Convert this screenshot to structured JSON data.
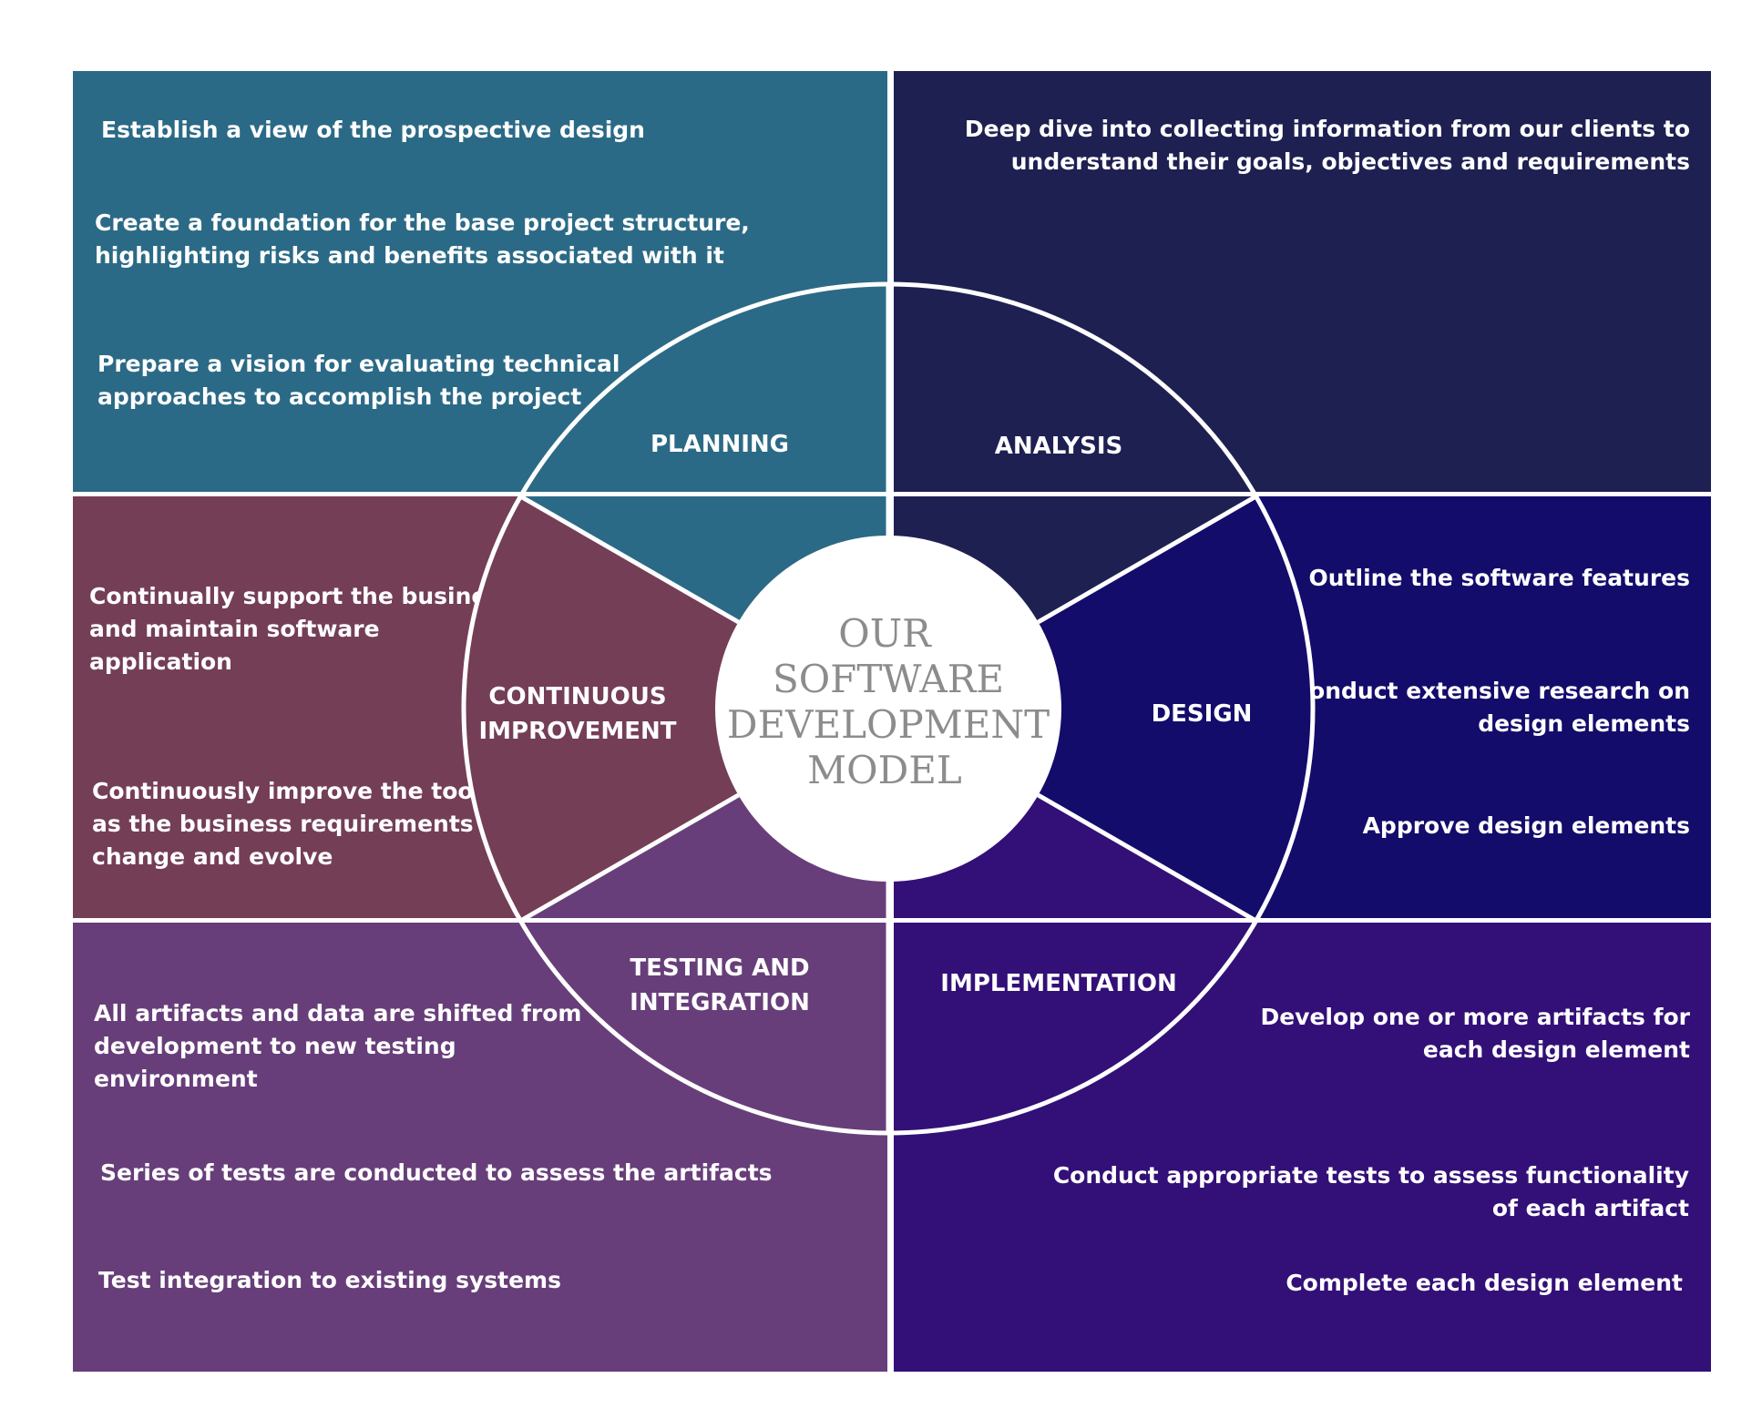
{
  "center": {
    "lines": [
      "OUR",
      "SOFTWARE",
      "DEVELOPMENT",
      "MODEL"
    ]
  },
  "colors": {
    "planning": "#2b6a86",
    "analysis": "#1e2052",
    "design": "#140c6b",
    "implementation": "#331077",
    "testing": "#673e7a",
    "continuous": "#743e57",
    "divider": "#ffffff",
    "center_text": "#8c8c8c"
  },
  "segments": {
    "planning": "PLANNING",
    "analysis": "ANALYSIS",
    "design": "DESIGN",
    "implementation": "IMPLEMENTATION",
    "testing": [
      "TESTING AND",
      "INTEGRATION"
    ],
    "continuous": [
      "CONTINUOUS",
      "IMPROVEMENT"
    ]
  },
  "panels": {
    "planning": [
      [
        "Establish a view of the prospective design"
      ],
      [
        "Create a foundation for the base project structure,",
        "highlighting risks and benefits associated with it"
      ],
      [
        "Prepare a vision for evaluating technical",
        "approaches to accomplish the project"
      ]
    ],
    "analysis": [
      [
        "Deep dive into collecting information from our clients to",
        "understand their goals, objectives and requirements"
      ]
    ],
    "continuous": [
      [
        "Continually support the business",
        "and maintain software",
        "application"
      ],
      [
        "Continuously improve the tools",
        "as the business requirements",
        "change and evolve"
      ]
    ],
    "design": [
      [
        "Outline the software features"
      ],
      [
        "Conduct extensive research on",
        "design elements"
      ],
      [
        "Approve design elements"
      ]
    ],
    "testing": [
      [
        "All artifacts and data are shifted from",
        "development to new testing",
        "environment"
      ],
      [
        "Series of tests are conducted to assess the artifacts"
      ],
      [
        "Test integration to existing systems"
      ]
    ],
    "implementation": [
      [
        "Develop one or more artifacts for",
        "each design element"
      ],
      [
        "Conduct appropriate tests to assess functionality",
        "of each artifact"
      ],
      [
        "Complete each design element"
      ]
    ]
  }
}
